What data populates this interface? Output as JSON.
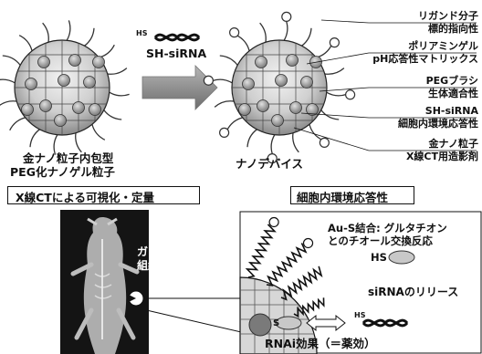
{
  "top_left": {
    "reagent": "SH-siRNA",
    "hs_prefix": "HS",
    "caption_line1": "金ナノ粒子内包型",
    "caption_line2": "PEG化ナノゲル粒子"
  },
  "top_right": {
    "caption": "ナノデバイス",
    "labels": [
      {
        "line1": "リガンド分子",
        "line2": "標的指向性"
      },
      {
        "line1": "ポリアミンゲル",
        "line2": "pH応答性マトリックス"
      },
      {
        "line1": "PEGブラシ",
        "line2": "生体適合性"
      },
      {
        "line1": "SH-siRNA",
        "line2": "細胞内環境応答性"
      },
      {
        "line1": "金ナノ粒子",
        "line2": "X線CT用造影剤"
      }
    ]
  },
  "left_panel": {
    "title": "X線CTによる可視化・定量",
    "tumor_label_line1": "ガン",
    "tumor_label_line2": "組織"
  },
  "right_panel": {
    "title": "細胞内環境応答性",
    "exchange_line1": "Au-S結合: グルタチオン",
    "exchange_line2": "とのチオール交換反応",
    "hs_thiol": "HS",
    "release_text": "siRNAのリリース",
    "hs_sirna": "HS",
    "s_label": "S",
    "effect_text": "RNAi効果（＝薬効）"
  },
  "colors": {
    "gray": "#9a9a9a",
    "dark": "#111111",
    "arrow": "#8c8c8c",
    "xray_bg": "#121212"
  }
}
